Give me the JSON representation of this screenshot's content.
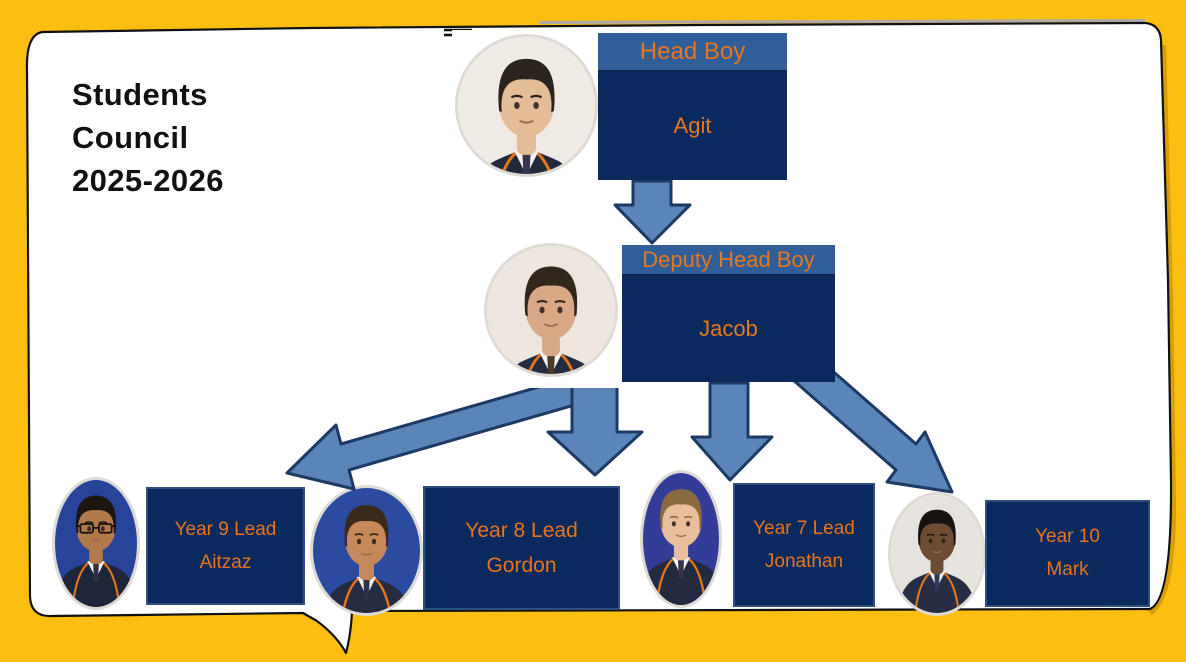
{
  "slide": {
    "title": "Students\nCouncil\n2025-2026"
  },
  "org_chart": {
    "head": {
      "role": "Head Boy",
      "name": "Agit"
    },
    "deputy": {
      "role": "Deputy Head Boy",
      "name": "Jacob"
    },
    "leads": [
      {
        "role": "Year 9 Lead",
        "name": "Aitzaz"
      },
      {
        "role": "Year 8 Lead",
        "name": "Gordon"
      },
      {
        "role": "Year 7 Lead",
        "name": "Jonathan"
      },
      {
        "role": "Year 10",
        "name": "Mark"
      }
    ]
  },
  "colors": {
    "background_yellow": "#FCBE10",
    "bubble_white": "#FFFFFF",
    "outline_black": "#111111",
    "box_header_blue": "#305E99",
    "box_navy": "#0A2A5E",
    "text_orange": "#E8761B",
    "arrow_fill": "#5B84B8",
    "arrow_stroke": "#1C3A63",
    "title_black": "#111111"
  }
}
